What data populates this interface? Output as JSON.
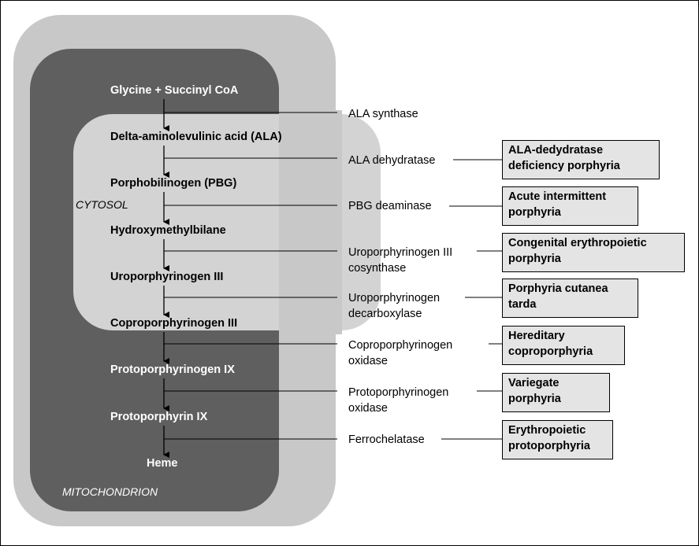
{
  "compartments": {
    "cytosol": "CYTOSOL",
    "mitochondrion": "MITOCHONDRION"
  },
  "metabolites": [
    "Glycine + Succinyl CoA",
    "Delta-aminolevulinic acid (ALA)",
    "Porphobilinogen (PBG)",
    "Hydroxymethylbilane",
    "Uroporphyrinogen III",
    "Coproporphyrinogen III",
    "Protoporphyrinogen IX",
    "Protoporphyrin IX",
    "Heme"
  ],
  "enzymes": [
    "ALA synthase",
    "ALA dehydratase",
    "PBG deaminase",
    "Uroporphyrinogen III\ncosynthase",
    "Uroporphyrinogen\ndecarboxylase",
    "Coproporphyrinogen\noxidase",
    "Protoporphyrinogen\noxidase",
    "Ferrochelatase"
  ],
  "diseases": [
    "ALA-dedydratase\ndeficiency porphyria",
    "Acute intermittent\nporphyria",
    "Congenital erythropoietic\nporphyria",
    "Porphyria cutanea\ntarda",
    "Hereditary\ncoproporphyria",
    "Variegate\nporphyria",
    "Erythropoietic\nprotoporphyria"
  ],
  "colors": {
    "outer_region": "#c8c8c8",
    "mitochondrion": "#5f5f5f",
    "cytosol": "#d3d3d3",
    "disease_box": "#e4e4e4"
  }
}
